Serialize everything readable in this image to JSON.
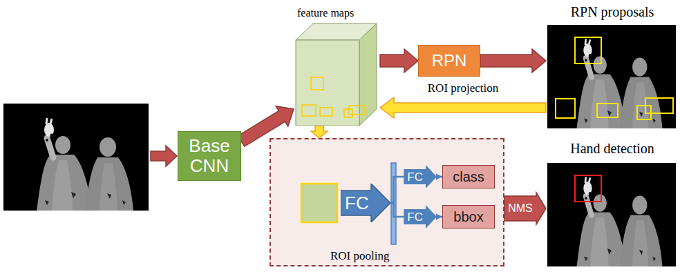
{
  "diagram": {
    "nodes": [
      {
        "text": [
          "Base CNN"
        ]
      },
      {
        "text": [
          "feature maps"
        ]
      },
      {
        "text": [
          "RPN"
        ]
      },
      {
        "text": [
          "RPN proposals"
        ]
      },
      {
        "text": [
          "ROI pooling"
        ]
      },
      {
        "text": [
          "FC"
        ],
        "in": 4
      },
      {
        "text": [
          "class"
        ],
        "in": 4
      },
      {
        "text": [
          "bbox"
        ],
        "in": 4
      },
      {
        "text": [
          "Hand detection"
        ]
      }
    ],
    "edges": [
      {
        "from": 0,
        "to": 1,
        "arrow": "to"
      },
      {
        "from": 1,
        "to": 2,
        "arrow": "to"
      },
      {
        "from": 2,
        "to": 3,
        "arrow": "to"
      },
      {
        "from": 3,
        "to": 1,
        "arrow": "to",
        "label": "ROI projection"
      },
      {
        "from": 1,
        "to": 4,
        "arrow": "to"
      },
      {
        "from": 5,
        "to": 6,
        "arrow": "to",
        "label": "FC"
      },
      {
        "from": 5,
        "to": 7,
        "arrow": "to",
        "label": "FC"
      },
      {
        "from": 4,
        "to": 8,
        "arrow": "to",
        "label": "NMS"
      }
    ]
  }
}
